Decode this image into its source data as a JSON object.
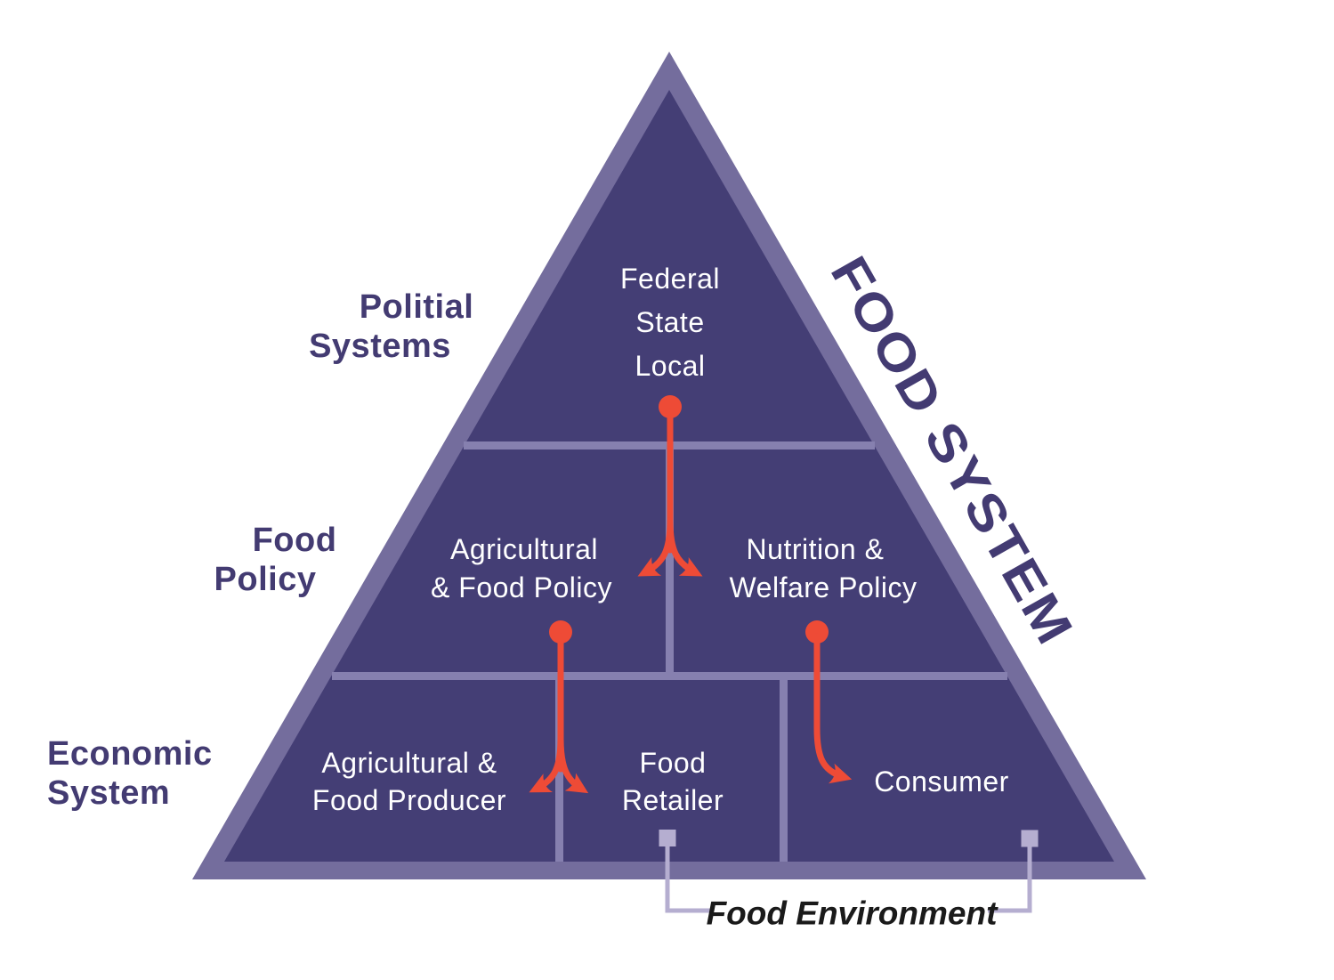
{
  "diagram_title": "FOOD SYSTEM",
  "side_labels": {
    "political": {
      "line1": "Politial",
      "line2": "Systems"
    },
    "food_policy": {
      "line1": "Food",
      "line2": "Policy"
    },
    "economic": {
      "line1": "Economic",
      "line2": "System"
    }
  },
  "pyramid": {
    "political_tier": {
      "lines": [
        "Federal",
        "State",
        "Local"
      ]
    },
    "food_policy_tier": {
      "agricultural_food_policy": {
        "line1": "Agricultural",
        "line2": "& Food Policy"
      },
      "nutrition_welfare_policy": {
        "line1": "Nutrition &",
        "line2": "Welfare Policy"
      }
    },
    "economic_tier": {
      "agricultural_food_producer": {
        "line1": "Agricultural &",
        "line2": "Food Producer"
      },
      "food_retailer": {
        "line1": "Food",
        "line2": "Retailer"
      },
      "consumer": {
        "line1": "Consumer"
      }
    }
  },
  "annotations": {
    "food_environment": "Food Environment"
  },
  "colors": {
    "triangle_fill": "#443e75",
    "triangle_border": "#746d9d",
    "divider": "#8680af",
    "arrow": "#ee4b36",
    "label_text": "#433b72",
    "cell_text": "#ffffff",
    "connector": "#b5aed0",
    "environment_text": "#1a1a1a"
  }
}
